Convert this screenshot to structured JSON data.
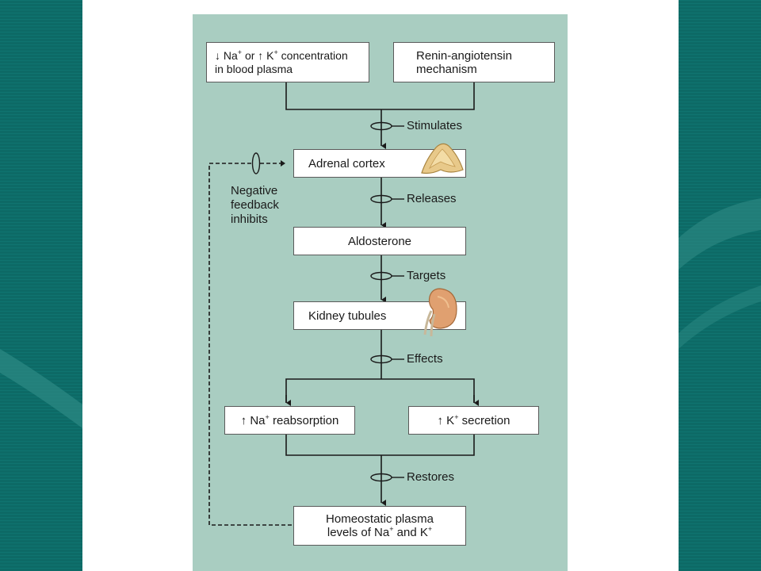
{
  "boxes": {
    "na_k_concentration": {
      "line1_a": "Na",
      "line1_sup1": "+",
      "line1_b": " or",
      "line1_c": " K",
      "line1_sup2": "+",
      "line1_d": " concentration",
      "line2": "in blood plasma"
    },
    "renin": {
      "line1": "Renin-angiotensin",
      "line2": "mechanism"
    },
    "adrenal_cortex": "Adrenal cortex",
    "aldosterone": "Aldosterone",
    "kidney_tubules": "Kidney tubules",
    "na_reabsorption": {
      "text_a": "Na",
      "sup": "+",
      "text_b": " reabsorption"
    },
    "k_secretion": {
      "text_a": "K",
      "sup": "+",
      "text_b": " secretion"
    },
    "homeostatic": {
      "line1": "Homeostatic plasma",
      "line2_a": "levels of Na",
      "line2_sup1": "+",
      "line2_b": " and K",
      "line2_sup2": "+"
    }
  },
  "connectors": {
    "stimulates": "Stimulates",
    "releases": "Releases",
    "targets": "Targets",
    "effects": "Effects",
    "restores": "Restores"
  },
  "feedback": {
    "line1": "Negative",
    "line2": "feedback",
    "line3": "inhibits"
  },
  "symbols": {
    "down_arrow": "↓",
    "up_arrow": "↑"
  },
  "icons": {
    "adrenal": "adrenal-gland-icon",
    "kidney": "kidney-icon"
  },
  "colors": {
    "background": "#0d6a66",
    "slide": "#ffffff",
    "panel": "#a9cdc1",
    "line": "#1a1a1a",
    "adrenal": "#e8c98a",
    "kidney": "#e0a070"
  }
}
